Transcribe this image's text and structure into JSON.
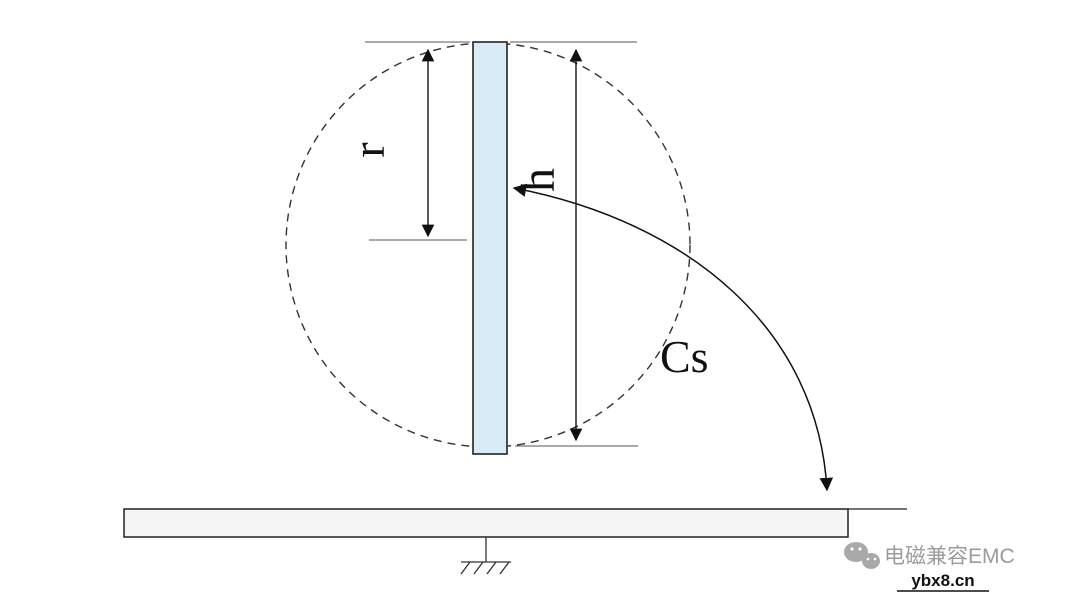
{
  "diagram": {
    "labels": {
      "radius": "r",
      "height": "h",
      "capacitance": "Cs"
    },
    "watermark": {
      "brand": "电磁兼容EMC",
      "site": "ybx8.cn"
    },
    "colors": {
      "plate_fill": "#d9ebf7",
      "line": "#1a1a1a",
      "ground_fill": "#f5f5f5",
      "watermark_gray": "#9b9b9b"
    }
  }
}
